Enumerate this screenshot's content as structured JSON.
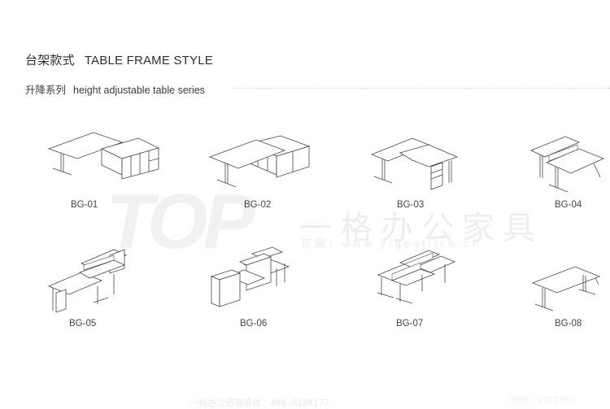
{
  "header": {
    "title_cn": "台架款式",
    "title_en": "TABLE FRAME STYLE",
    "subtitle_cn": "升降系列",
    "subtitle_en": "height adjustable table series"
  },
  "watermark": {
    "logo_text": "TOP",
    "brand_cn": "一格办公家具",
    "website": "官网：www.yigeoffice.cn"
  },
  "products": [
    {
      "code": "BG-01",
      "description": "L-shaped desk with side cabinet"
    },
    {
      "code": "BG-02",
      "description": "desk with overlapping cabinet"
    },
    {
      "code": "BG-03",
      "description": "L-shaped desk with drawer pedestal"
    },
    {
      "code": "BG-04",
      "description": "two facing desks with divider"
    },
    {
      "code": "BG-05",
      "description": "double workstation with pedestals"
    },
    {
      "code": "BG-06",
      "description": "workstation cluster with cabinets"
    },
    {
      "code": "BG-07",
      "description": "four-person bench with dividers"
    },
    {
      "code": "BG-08",
      "description": "single height adjustable desk"
    }
  ],
  "footer": {
    "hotline": "一格办公咨询热线：400-6198177",
    "wechat": "微信：a975767"
  }
}
